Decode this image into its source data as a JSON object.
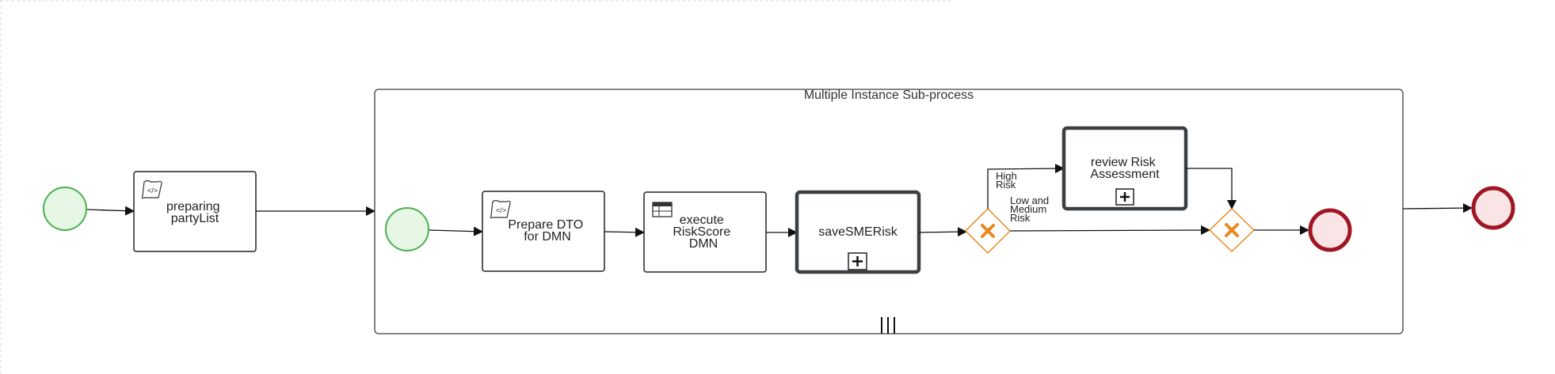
{
  "diagram": {
    "subprocess_title": "Multiple Instance Sub-process",
    "tasks": {
      "preparing_party_list": [
        "preparing",
        "partyList"
      ],
      "prepare_dto": [
        "Prepare DTO",
        "for DMN"
      ],
      "execute_risk_score": [
        "execute",
        "RiskScore",
        "DMN"
      ],
      "save_sme_risk": [
        "saveSMERisk"
      ],
      "review_risk": [
        "review Risk",
        "Assessment"
      ]
    },
    "flow_labels": {
      "high_risk": [
        "High",
        "Risk"
      ],
      "low_medium_risk": [
        "Low and",
        "Medium",
        "Risk"
      ]
    },
    "colors": {
      "start_fill": "#e6f7e6",
      "start_stroke": "#4caf50",
      "end_fill": "#fbe4e6",
      "end_stroke": "#a01622",
      "gateway_stroke": "#e8891f",
      "gateway_x": "#e8891f",
      "task_stroke": "#222222",
      "subprocess_stroke": "#3a3f44"
    },
    "icons": [
      "script-task-icon",
      "business-rule-task-icon",
      "collapsed-subprocess-marker-icon",
      "exclusive-gateway-icon",
      "multi-instance-parallel-marker-icon"
    ]
  }
}
